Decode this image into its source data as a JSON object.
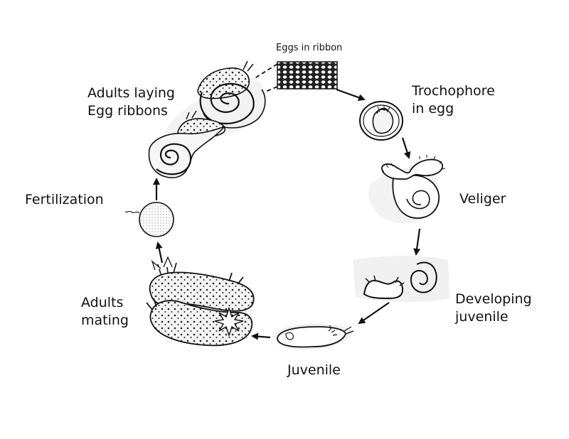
{
  "labels": {
    "eggs_in_ribbon": "Eggs in ribbon",
    "adults_laying_line1": "Adults laying",
    "adults_laying_line2": "Egg ribbons",
    "trochophore_line1": "Trochophore",
    "trochophore_line2": "in egg",
    "veliger": "Veliger",
    "fertilization": "Fertilization",
    "adults_mating_line1": "Adults",
    "adults_mating_line2": "mating",
    "developing_line1": "Developing",
    "developing_line2": "juvenile",
    "juvenile": "Juvenile"
  },
  "colors": {
    "ink": "#111111",
    "paper": "#ffffff",
    "shade": "#e6e6e6"
  }
}
